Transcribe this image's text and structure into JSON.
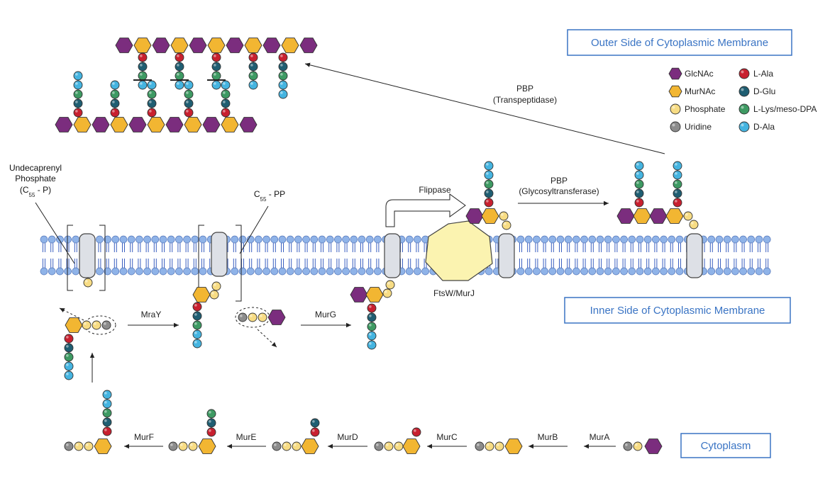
{
  "regions": {
    "outer": "Outer Side of Cytoplasmic Membrane",
    "inner": "Inner Side of Cytoplasmic Membrane",
    "cytoplasm": "Cytoplasm"
  },
  "legend": [
    {
      "label": "GlcNAc",
      "kind": "glcnac"
    },
    {
      "label": "MurNAc",
      "kind": "murnac"
    },
    {
      "label": "Phosphate",
      "kind": "phosphate"
    },
    {
      "label": "Uridine",
      "kind": "uridine"
    },
    {
      "label": "L-Ala",
      "kind": "lala"
    },
    {
      "label": "D-Glu",
      "kind": "dglu"
    },
    {
      "label": "L-Lys/meso-DPA",
      "kind": "llys"
    },
    {
      "label": "D-Ala",
      "kind": "dala"
    }
  ],
  "colors": {
    "glcnac": "#7b2d7e",
    "murnac": "#f2b632",
    "phosphate": "#f7dc84",
    "uridine": "#8c8c8c",
    "lala": "#c8202f",
    "dglu": "#1f5e72",
    "llys": "#3e9a63",
    "dala": "#45b4e0",
    "membrane_head": "#8fb3e8",
    "membrane_tail": "#3a5fc0",
    "region_text": "#3a74c4",
    "flippase": "#fbf3b0"
  },
  "enzymes": {
    "mura": "MurA",
    "murb": "MurB",
    "murc": "MurC",
    "murd": "MurD",
    "mure": "MurE",
    "murf": "MurF",
    "mray": "MraY",
    "murg": "MurG",
    "flippase": "Flippase",
    "ftsw": "FtsW/MurJ",
    "pbp_gt_1": "PBP",
    "pbp_gt_2": "(Glycosyltransferase)",
    "pbp_tp_1": "PBP",
    "pbp_tp_2": "(Transpeptidase)"
  },
  "carrier": {
    "und_1": "Undecaprenyl",
    "und_2": "Phosphate",
    "und_3a": "(C",
    "und_3sub": "55",
    "und_3b": " - P)",
    "pp_a": "C",
    "pp_sub": "55",
    "pp_b": " - PP"
  }
}
